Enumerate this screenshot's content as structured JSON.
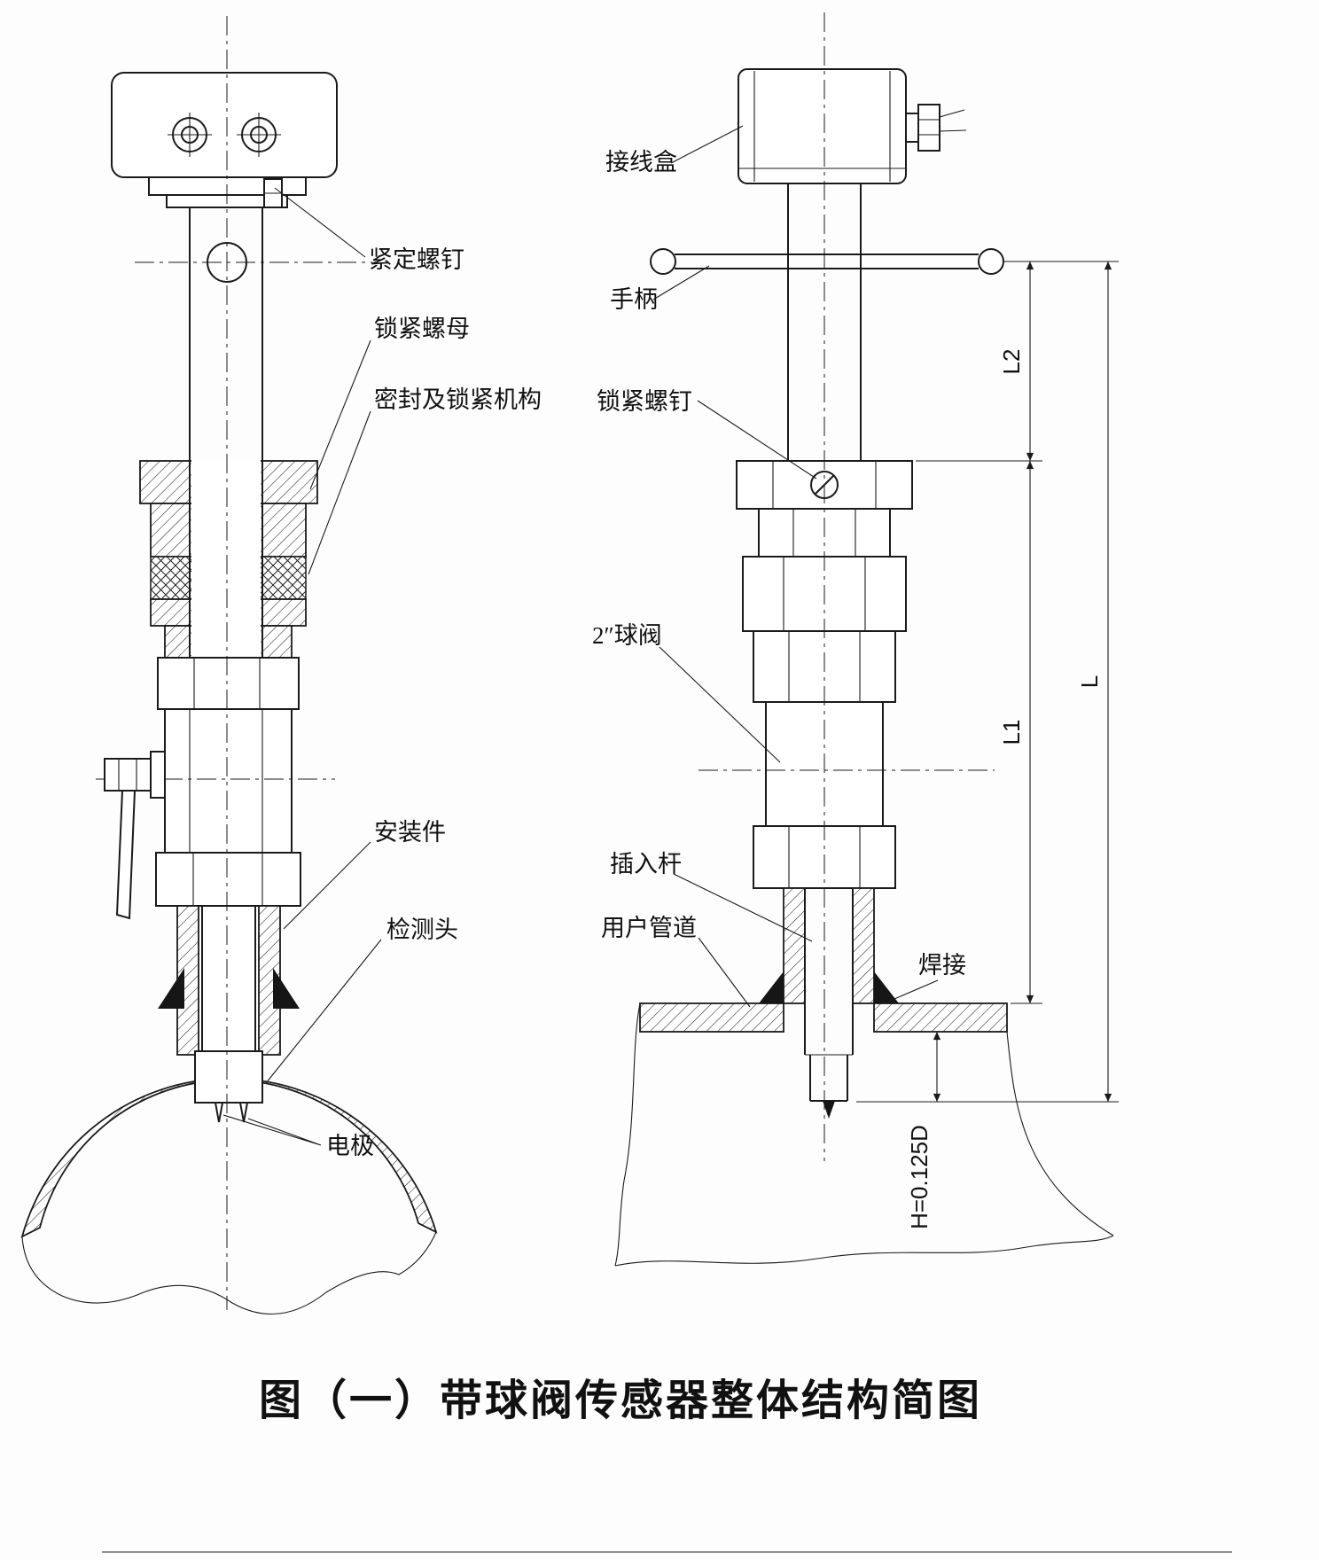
{
  "title": "图（一）带球阀传感器整体结构简图",
  "left": {
    "labels": {
      "set_screw": "紧定螺钉",
      "lock_nut": "锁紧螺母",
      "seal_mechanism": "密封及锁紧机构",
      "mounting_part": "安装件",
      "detection_head": "检测头",
      "electrode": "电极"
    }
  },
  "right": {
    "labels": {
      "junction_box": "接线盒",
      "handle": "手柄",
      "locking_screw": "锁紧螺钉",
      "ball_valve": "2″球阀",
      "insertion_rod": "插入杆",
      "user_pipe": "用户管道",
      "welding": "焊接"
    },
    "dimensions": {
      "L2": "L2",
      "L1": "L1",
      "L": "L",
      "H": "H=0.125D"
    }
  }
}
